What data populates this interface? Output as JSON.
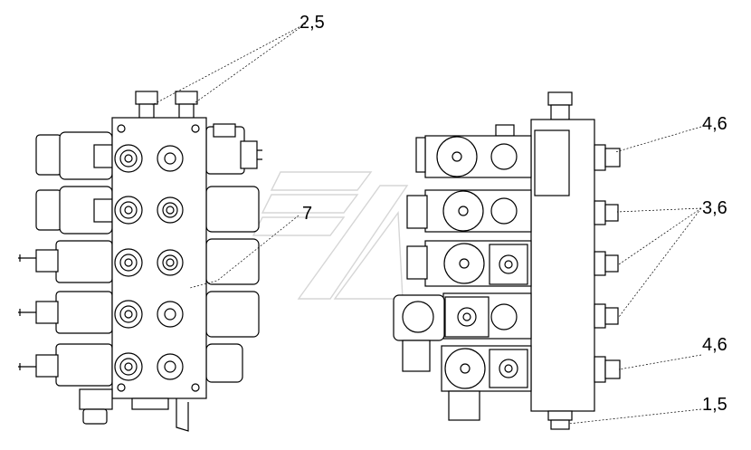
{
  "callouts": {
    "c25": "2,5",
    "c46_top": "4,6",
    "c36": "3,6",
    "c7": "7",
    "c46_bottom": "4,6",
    "c15": "1,5"
  }
}
